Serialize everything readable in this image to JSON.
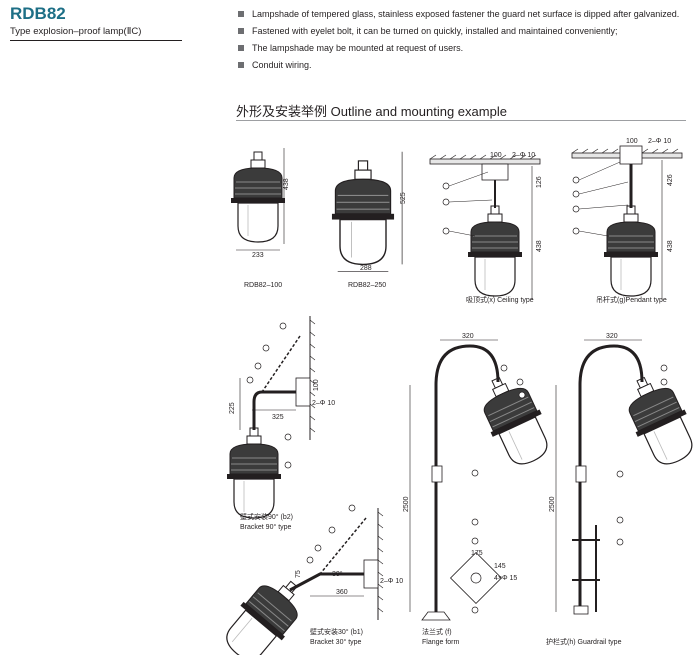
{
  "header": {
    "model": "RDB82",
    "type_label": "Type explosion–proof lamp(ⅡC)"
  },
  "features": [
    "Lampshade of tempered glass, stainless exposed fastener the guard net surface is dipped after galvanized.",
    "Fastened with eyelet bolt, it can be turned on quickly, installed and maintained conveniently;",
    "The lampshade may be mounted at request of users.",
    "Conduit wiring."
  ],
  "section": {
    "title": "外形及安装举例 Outline and mounting example"
  },
  "figures": {
    "rdb82_100": {
      "caption": "RDB82–100",
      "width_dim": "233",
      "height_dim": "438"
    },
    "rdb82_250": {
      "caption": "RDB82–250",
      "width_dim": "288",
      "height_dim": "525"
    },
    "ceiling": {
      "caption": "吸顶式(x) Ceiling type",
      "dim_top": "100",
      "dim_bolt": "2–Φ 10",
      "dim_126": "126",
      "dim_438": "438"
    },
    "pendant": {
      "caption": "吊杆式(g)Pendant type",
      "dim_top": "100",
      "dim_bolt": "2–Φ 10",
      "dim_426": "426",
      "dim_438": "438"
    },
    "bracket90": {
      "caption_cn": "壁式安装90° (b2)",
      "caption_en": "Bracket  90° type",
      "dim_225": "225",
      "dim_325": "325",
      "dim_100": "100",
      "dim_bolt": "2–Φ 10"
    },
    "bracket30": {
      "caption_cn": "壁式安装30° (b1)",
      "caption_en": "Bracket  30° type",
      "dim_360": "360",
      "dim_75": "75",
      "dim_30": "30°",
      "dim_bolt": "2–Φ 10"
    },
    "flange": {
      "caption_cn": "法兰式 (f)",
      "caption_en": "Flange form",
      "dim_320": "320",
      "dim_2500": "2500",
      "dim_175": "175",
      "dim_145": "145",
      "dim_holes": "4×Φ 15"
    },
    "guardrail": {
      "caption": "护栏式(h) Guardrail type",
      "dim_320": "320",
      "dim_2500": "2500"
    }
  }
}
